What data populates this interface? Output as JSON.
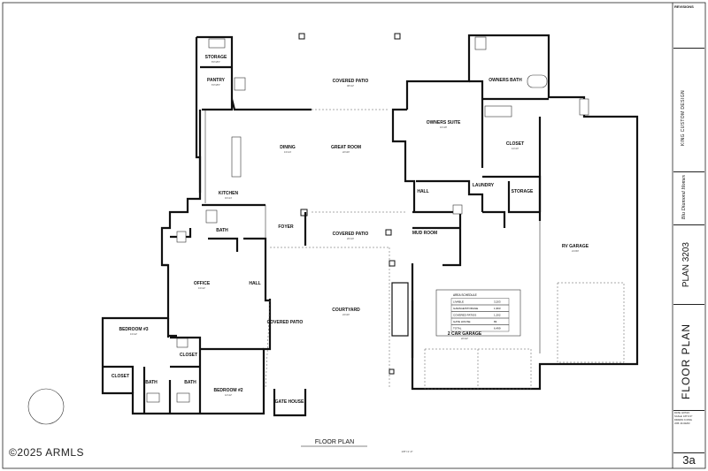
{
  "sheet": {
    "caption": "FLOOR PLAN",
    "scale_note": "1/8\"=1'-0\"",
    "title_block": {
      "plan_name": "PLAN 3203",
      "sheet_title": "FLOOR PLAN",
      "sheet_number": "3a",
      "designer": "KING CUSTOM DESIGN",
      "builder": "Blu Diamond Homes",
      "revisions_label": "REVISIONS",
      "fields": [
        "DATE: 3/27/23",
        "SCALE: 1/8\"=1'0\"",
        "DRAWN: K.KING",
        "JOB: 23-02203"
      ]
    },
    "watermark": "©2025 ARMLS"
  },
  "rooms": [
    {
      "id": "storage-1",
      "label": "STORAGE",
      "dims": "8'0\"x8'0\""
    },
    {
      "id": "pantry",
      "label": "PANTRY",
      "dims": "6'0\"x8'0\""
    },
    {
      "id": "covered-patio-1",
      "label": "COVERED PATIO",
      "dims": "48'x12'"
    },
    {
      "id": "dining",
      "label": "DINING",
      "dims": "13'x14'"
    },
    {
      "id": "great-room",
      "label": "GREAT ROOM",
      "dims": "22'x20'"
    },
    {
      "id": "kitchen",
      "label": "KITCHEN",
      "dims": "16'x14'"
    },
    {
      "id": "bath-1",
      "label": "BATH",
      "dims": ""
    },
    {
      "id": "foyer",
      "label": "FOYER",
      "dims": ""
    },
    {
      "id": "covered-patio-2",
      "label": "COVERED PATIO",
      "dims": "20'x10'"
    },
    {
      "id": "office",
      "label": "OFFICE",
      "dims": "13'x12'"
    },
    {
      "id": "hall-1",
      "label": "HALL",
      "dims": ""
    },
    {
      "id": "covered-patio-3",
      "label": "COVERED PATIO",
      "dims": ""
    },
    {
      "id": "courtyard",
      "label": "COURTYARD",
      "dims": "24'x20'"
    },
    {
      "id": "bedroom-3",
      "label": "BEDROOM #3",
      "dims": "13'x12'"
    },
    {
      "id": "closet-1",
      "label": "CLOSET",
      "dims": ""
    },
    {
      "id": "closet-2",
      "label": "CLOSET",
      "dims": ""
    },
    {
      "id": "bath-2",
      "label": "BATH",
      "dims": ""
    },
    {
      "id": "bath-3",
      "label": "BATH",
      "dims": ""
    },
    {
      "id": "bedroom-2",
      "label": "BEDROOM #2",
      "dims": "12'x12'"
    },
    {
      "id": "gate-house",
      "label": "GATE HOUSE",
      "dims": ""
    },
    {
      "id": "owners-bath",
      "label": "OWNERS BATH",
      "dims": ""
    },
    {
      "id": "owners-suite",
      "label": "OWNERS SUITE",
      "dims": "16'x18'"
    },
    {
      "id": "closet-3",
      "label": "CLOSET",
      "dims": "14'x10'"
    },
    {
      "id": "hall-2",
      "label": "HALL",
      "dims": ""
    },
    {
      "id": "laundry",
      "label": "LAUNDRY",
      "dims": ""
    },
    {
      "id": "storage-2",
      "label": "STORAGE",
      "dims": ""
    },
    {
      "id": "mud-room",
      "label": "MUD ROOM",
      "dims": ""
    },
    {
      "id": "rv-garage",
      "label": "RV GARAGE",
      "dims": "21'x50'"
    },
    {
      "id": "two-car-garage",
      "label": "2 CAR GARAGE",
      "dims": "22'x22'"
    }
  ],
  "area_schedule": {
    "title": "AREA SCHEDULE",
    "rows": [
      {
        "name": "LIVABLE",
        "value": "3,203"
      },
      {
        "name": "GARAGE/STORAGE",
        "value": "1,963"
      },
      {
        "name": "COVERED PATIOS",
        "value": "1,202"
      },
      {
        "name": "GATE HOUSE",
        "value": "83"
      },
      {
        "name": "TOTAL",
        "value": "6,499"
      }
    ]
  }
}
